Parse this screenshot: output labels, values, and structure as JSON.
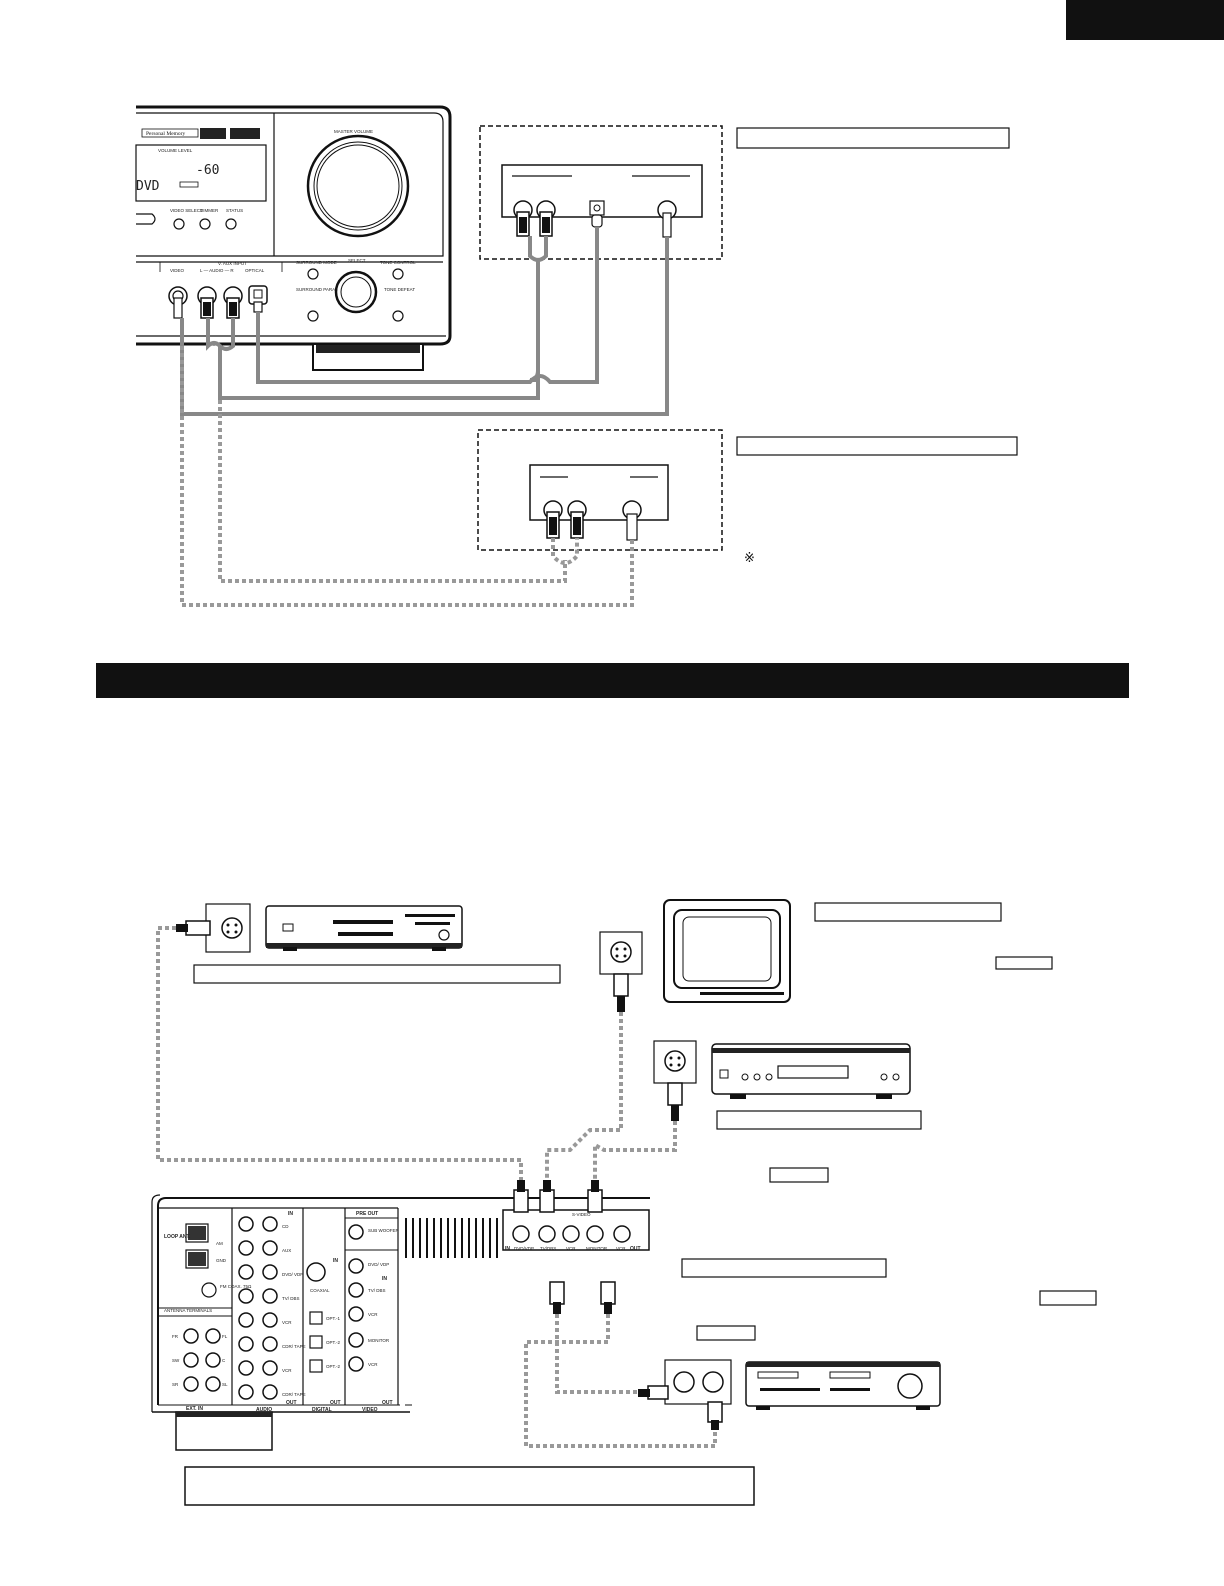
{
  "receiver_front": {
    "brand_badge": "Personal Memory",
    "master_volume_label": "MASTER VOLUME",
    "volume_caption": "VOLUME LEVEL",
    "display_source": "DVD",
    "display_level": "-60",
    "buttons": [
      "VIDEO SELECT",
      "DIMMER",
      "STATUS"
    ],
    "ext_input_label": "V. AUX INPUT",
    "ext_jack_labels": [
      "VIDEO",
      "L — AUDIO — R",
      "OPTICAL"
    ],
    "knob_labels": [
      "SURROUND MODE",
      "SELECT",
      "TONE CONTROL",
      "SURROUND PARAMETER",
      "TONE DEFEAT"
    ]
  },
  "receiver_rear": {
    "antenna_labels": [
      "LOOP ANT.",
      "AM",
      "GND",
      "FM COAX. 75Ω",
      "ANTENNA TERMINALS"
    ],
    "ext_in_labels": [
      "FR",
      "FL",
      "SW",
      "C",
      "SR",
      "SL",
      "EXT. IN"
    ],
    "audio_labels": [
      "IN",
      "CD",
      "AUX",
      "DVD/ VDP",
      "TV/ DBS",
      "VCR",
      "CDR/ TAPE",
      "VCR",
      "CDR/ TAPE",
      "OUT",
      "AUDIO"
    ],
    "digital_labels": [
      "IN",
      "COAXIAL",
      "OPT.-1",
      "OPT.-2",
      "OPT.-2",
      "OUT",
      "DIGITAL"
    ],
    "preout_labels": [
      "PRE OUT",
      "SUB WOOFER",
      "DVD/ VDP",
      "IN",
      "TV/ DBS",
      "VCR",
      "MONITOR",
      "VCR",
      "OUT",
      "VIDEO"
    ],
    "svideo_labels": [
      "S-VIDEO",
      "IN",
      "DVD/VDP",
      "TV/DBS",
      "VCR",
      "MONITOR",
      "VCR",
      "OUT"
    ]
  },
  "footnote_mark": "※"
}
